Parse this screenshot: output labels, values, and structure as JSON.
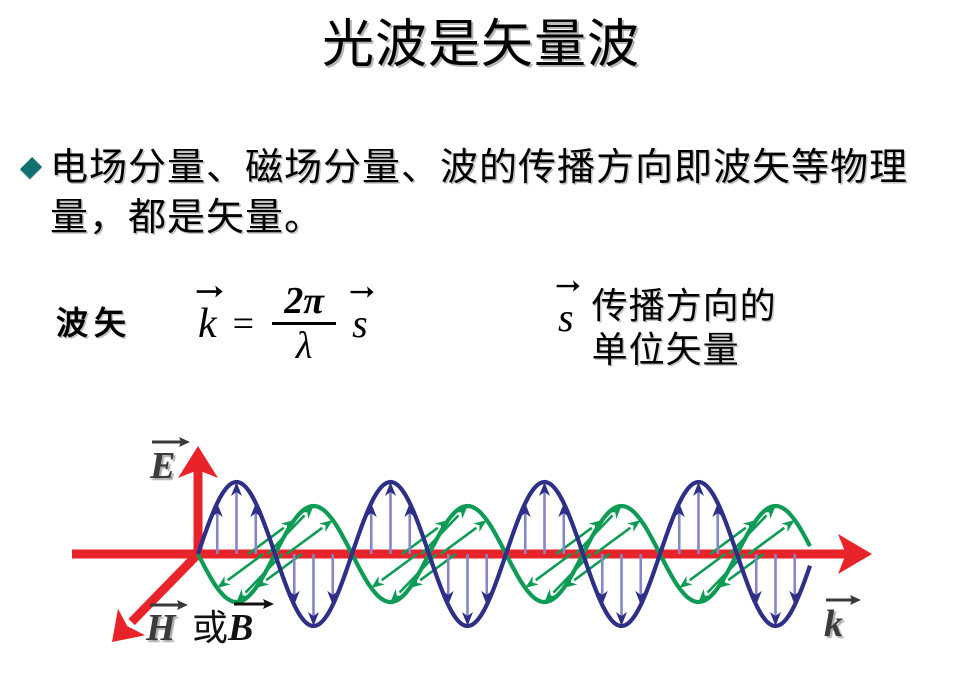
{
  "slide": {
    "title": "光波是矢量波",
    "background_color": "#ffffff"
  },
  "bullet": {
    "marker": "diamond-bullet",
    "marker_color": "#117070",
    "text": "电场分量、磁场分量、波的传播方向即波矢等物理量，都是矢量。"
  },
  "formula": {
    "label": "波矢",
    "k_symbol": "k",
    "equals": "=",
    "numerator": "2π",
    "denominator": "λ",
    "s_symbol": "s"
  },
  "s_caption": {
    "symbol": "s",
    "line1": "传播方向的",
    "line2": "单位矢量"
  },
  "diagram": {
    "labels": {
      "e_axis": "E",
      "h_axis": "H",
      "k_axis": "k",
      "or_b": "或",
      "b_symbol": "B"
    },
    "colors": {
      "axis_red": "#e8232a",
      "e_wave_blue": "#2e2f86",
      "e_arrow_blue": "#8486c8",
      "h_wave_green": "#0e9b55",
      "label_dark": "#3a3a3a"
    },
    "geometry": {
      "origin_x": 198,
      "baseline_y": 136,
      "x_axis_start": 72,
      "x_axis_end": 872,
      "e_axis_top_y": 28,
      "h_axis_end_x": 112,
      "h_axis_end_y": 224,
      "wave_start_x": 198,
      "wave_end_x": 810,
      "wavelength": 154,
      "e_amplitude": 72,
      "h_amplitude": 48,
      "arrows_per_half_cycle": 3
    },
    "chart_data": {
      "type": "line",
      "title": "电磁波矢量示意图",
      "xlabel": "k",
      "ylabel": "E / H",
      "series": [
        {
          "name": "E",
          "color": "#2e2f86",
          "amplitude": 72,
          "phase": 0,
          "wavelength": 154,
          "orientation": "vertical"
        },
        {
          "name": "H 或 B",
          "color": "#0e9b55",
          "amplitude": 48,
          "phase": 180,
          "wavelength": 154,
          "orientation": "oblique"
        }
      ],
      "cycles": 4,
      "grid": false,
      "legend": false
    }
  }
}
